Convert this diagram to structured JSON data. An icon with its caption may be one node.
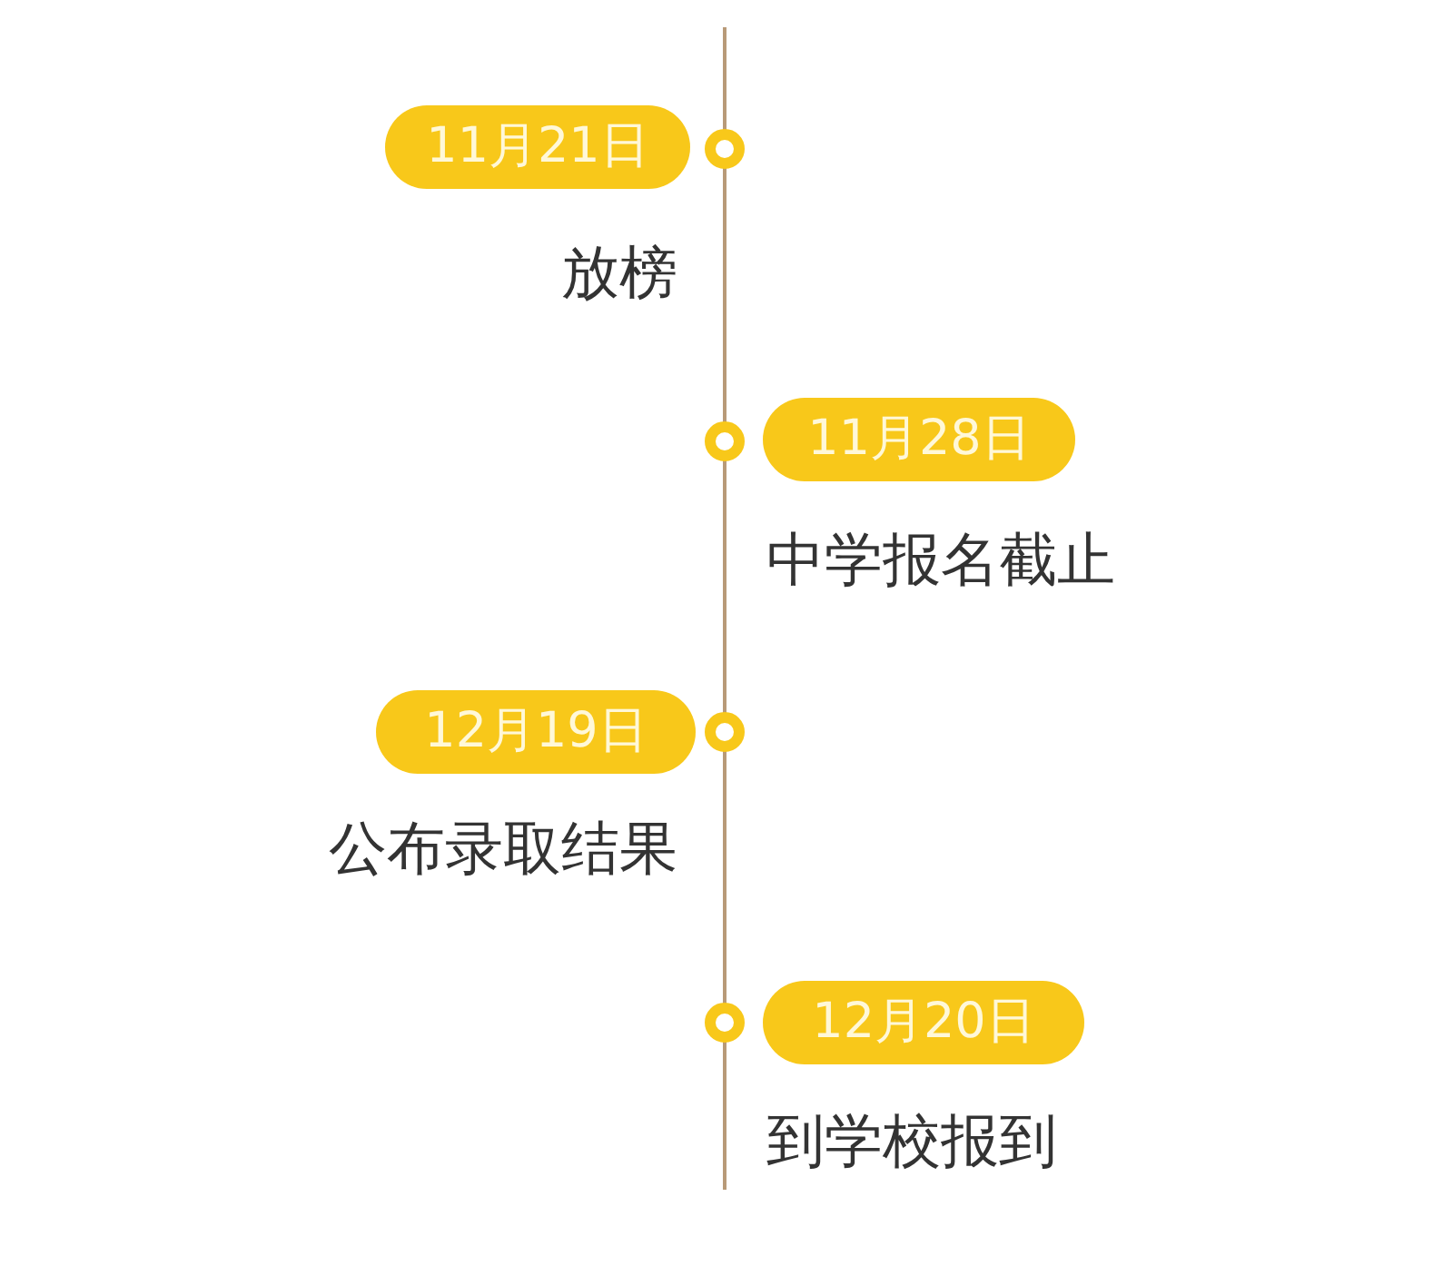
{
  "diagram": {
    "nodes": [
      {
        "text": [
          "11月21日"
        ],
        "beside": [
          "放榜"
        ]
      },
      {
        "text": [
          "11月28日"
        ],
        "beside": [
          "中学报名截止"
        ]
      },
      {
        "text": [
          "12月19日"
        ],
        "beside": [
          "公布录取结果"
        ]
      },
      {
        "text": [
          "12月20日"
        ],
        "beside": [
          "到学校报到"
        ]
      }
    ]
  }
}
